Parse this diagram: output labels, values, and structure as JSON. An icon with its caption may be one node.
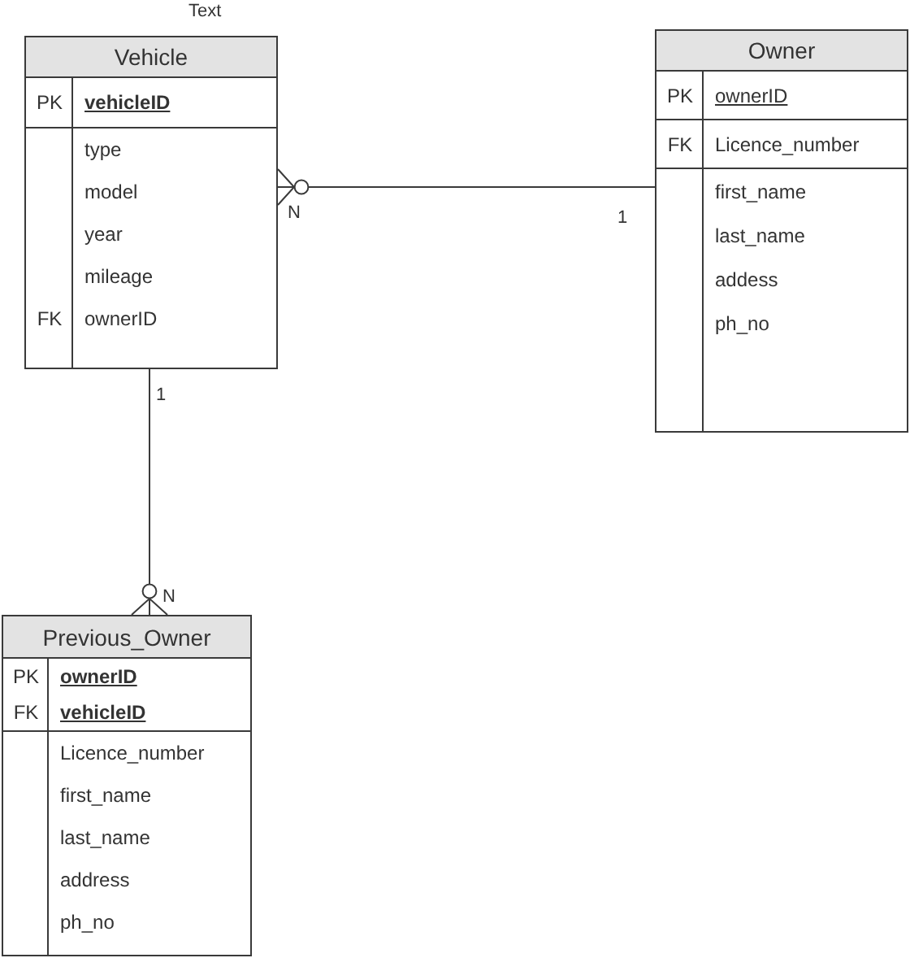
{
  "diagram": {
    "nodes": [
      {
        "text": [
          "Vehicle",
          "PK",
          "vehicleID",
          "type",
          "model",
          "year",
          "mileage",
          "FK",
          "ownerID"
        ]
      },
      {
        "text": [
          "Owner",
          "PK",
          "ownerID",
          "FK",
          "Licence_number",
          "first_name",
          "last_name",
          "addess",
          "ph_no"
        ]
      },
      {
        "text": [
          "Previous_Owner",
          "PK",
          "ownerID",
          "FK",
          "vehicleID",
          "Licence_number",
          "first_name",
          "last_name",
          "address",
          "ph_no"
        ]
      }
    ],
    "edges": [
      {
        "from": 0,
        "to": 1,
        "arrow": "other"
      },
      {
        "from": 2,
        "to": 0,
        "arrow": "other"
      }
    ],
    "labels": [
      "Text",
      "N",
      "1",
      "1",
      "N"
    ]
  }
}
